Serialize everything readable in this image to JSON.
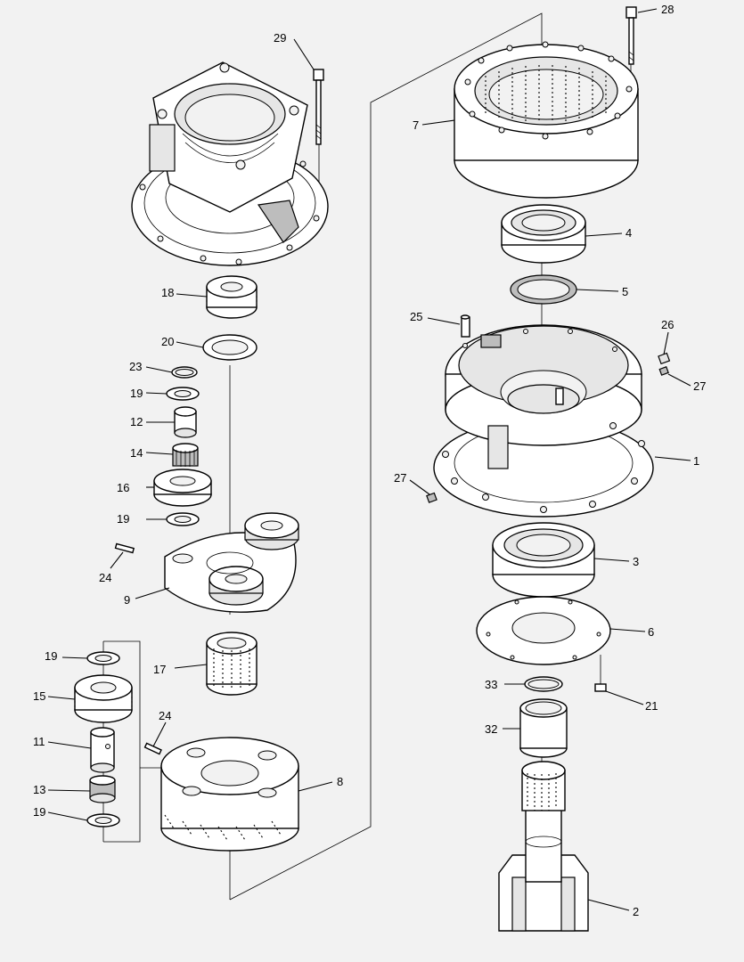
{
  "diagram": {
    "background": "#f2f2f2",
    "line_color": "#000000",
    "callouts": [
      {
        "id": "c28",
        "text": "28"
      },
      {
        "id": "c29",
        "text": "29"
      },
      {
        "id": "c7",
        "text": "7"
      },
      {
        "id": "c4",
        "text": "4"
      },
      {
        "id": "c5",
        "text": "5"
      },
      {
        "id": "c25",
        "text": "25"
      },
      {
        "id": "c26",
        "text": "26"
      },
      {
        "id": "c27a",
        "text": "27"
      },
      {
        "id": "c1",
        "text": "1"
      },
      {
        "id": "c27b",
        "text": "27"
      },
      {
        "id": "c3",
        "text": "3"
      },
      {
        "id": "c6",
        "text": "6"
      },
      {
        "id": "c33",
        "text": "33"
      },
      {
        "id": "c21",
        "text": "21"
      },
      {
        "id": "c32",
        "text": "32"
      },
      {
        "id": "c2",
        "text": "2"
      },
      {
        "id": "c18",
        "text": "18"
      },
      {
        "id": "c20",
        "text": "20"
      },
      {
        "id": "c23",
        "text": "23"
      },
      {
        "id": "c19a",
        "text": "19"
      },
      {
        "id": "c12",
        "text": "12"
      },
      {
        "id": "c14",
        "text": "14"
      },
      {
        "id": "c16",
        "text": "16"
      },
      {
        "id": "c19b",
        "text": "19"
      },
      {
        "id": "c24a",
        "text": "24"
      },
      {
        "id": "c9",
        "text": "9"
      },
      {
        "id": "c19c",
        "text": "19"
      },
      {
        "id": "c15",
        "text": "15"
      },
      {
        "id": "c17",
        "text": "17"
      },
      {
        "id": "c24b",
        "text": "24"
      },
      {
        "id": "c11",
        "text": "11"
      },
      {
        "id": "c13",
        "text": "13"
      },
      {
        "id": "c19d",
        "text": "19"
      },
      {
        "id": "c8",
        "text": "8"
      }
    ]
  }
}
